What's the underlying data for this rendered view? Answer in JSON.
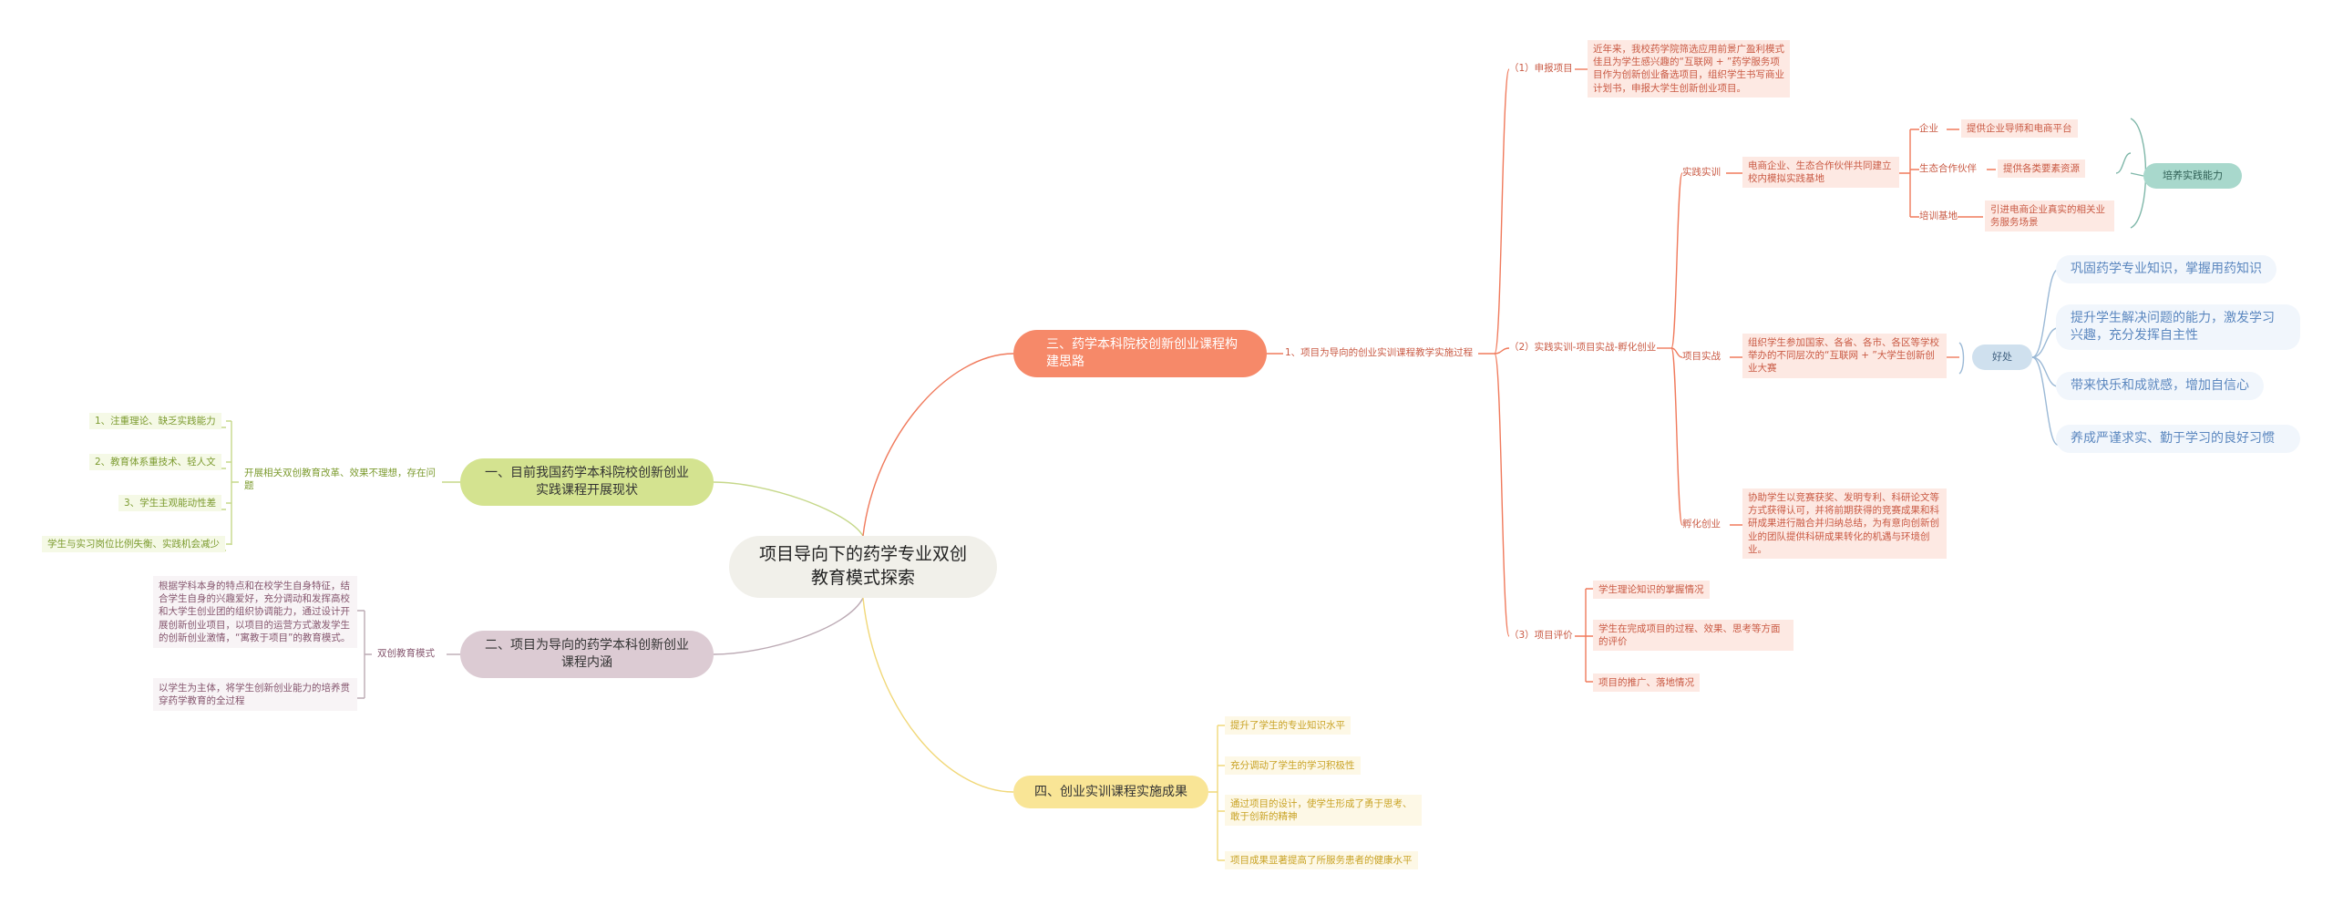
{
  "root": "项目导向下的药学专业双创教育模式探索",
  "branch1": {
    "title": "一、目前我国药学本科院校创新创业实践课程开展现状",
    "summary": "开展相关双创教育改革、效果不理想，存在问题",
    "items": [
      "1、注重理论、缺乏实践能力",
      "2、教育体系重技术、轻人文",
      "3、学生主观能动性差",
      "学生与实习岗位比例失衡、实践机会减少"
    ]
  },
  "branch2": {
    "title": "二、项目为导向的药学本科创新创业课程内涵",
    "mode": "双创教育模式",
    "items": [
      "根据学科本身的特点和在校学生自身特征，结合学生自身的兴趣爱好，充分调动和发挥高校和大学生创业团的组织协调能力，通过设计开展创新创业项目，以项目的运营方式激发学生的创新创业激情，“寓教于项目”的教育模式。",
      "以学生为主体，将学生创新创业能力的培养贯穿药学教育的全过程"
    ]
  },
  "branch3": {
    "title": "三、药学本科院校创新创业课程构建思路",
    "sub": "1、项目为导向的创业实训课程教学实施过程",
    "step1": {
      "label": "（1）申报项目",
      "text": "近年来，我校药学院筛选应用前景广盈利模式佳且为学生感兴趣的“互联网 + ”药学服务项目作为创新创业备选项目，组织学生书写商业计划书，申报大学生创新创业项目。"
    },
    "step2": {
      "label": "（2）实践实训-项目实战-孵化创业",
      "practice": {
        "label": "实践实训",
        "text": "电商企业、生态合作伙伴共同建立校内模拟实践基地",
        "children": [
          {
            "label": "企业",
            "text": "提供企业导师和电商平台"
          },
          {
            "label": "生态合作伙伴",
            "text": "提供各类要素资源"
          },
          {
            "label": "培训基地",
            "text": "引进电商企业真实的相关业务服务场景"
          }
        ],
        "result": "培养实践能力"
      },
      "combat": {
        "label": "项目实战",
        "text": "组织学生参加国家、各省、各市、各区等学校举办的不同层次的“互联网 + ”大学生创新创业大赛",
        "benefit": "好处",
        "benefits": [
          "巩固药学专业知识，掌握用药知识",
          "提升学生解决问题的能力，激发学习兴趣，充分发挥自主性",
          "带来快乐和成就感，增加自信心",
          "养成严谨求实、勤于学习的良好习惯"
        ]
      },
      "incubate": {
        "label": "孵化创业",
        "text": "协助学生以竞赛获奖、发明专利、科研论文等方式获得认可，并将前期获得的竞赛成果和科研成果进行融合并归纳总结，为有意向创新创业的团队提供科研成果转化的机遇与环境创业。"
      }
    },
    "step3": {
      "label": "（3）项目评价",
      "items": [
        "学生理论知识的掌握情况",
        "学生在完成项目的过程、效果、思考等方面的评价",
        "项目的推广、落地情况"
      ]
    }
  },
  "branch4": {
    "title": "四、创业实训课程实施成果",
    "items": [
      "提升了学生的专业知识水平",
      "充分调动了学生的学习积极性",
      "通过项目的设计，使学生形成了勇于思考、敢于创新的精神",
      "项目成果显著提高了所服务患者的健康水平"
    ]
  },
  "colors": {
    "branch1": "#d4e390",
    "branch2": "#dccbd3",
    "branch3": "#f68969",
    "branch4": "#f9e596",
    "benefit": "#cfe0ee",
    "ability": "#a8d8cc"
  }
}
